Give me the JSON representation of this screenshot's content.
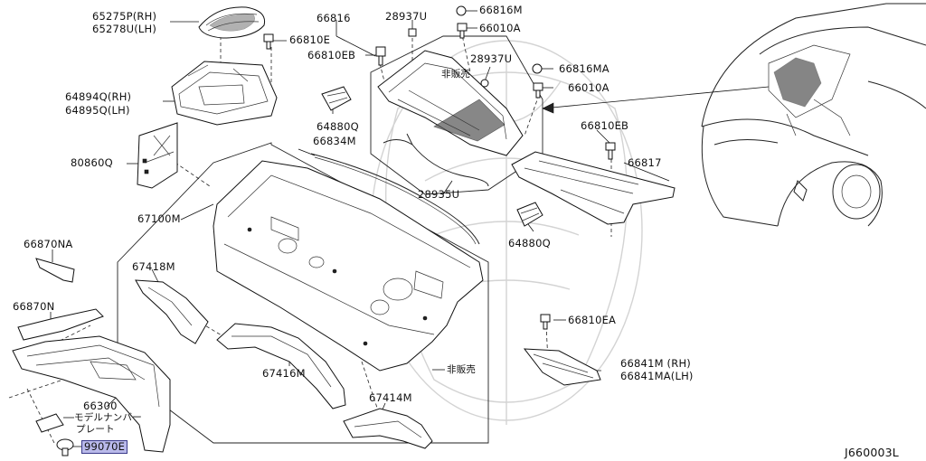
{
  "diagram_code": "J660003L",
  "labels": {
    "p65275": "65275P(RH)",
    "p65278": "65278U(LH)",
    "p66810e_top": "66810E",
    "p66816": "66816",
    "p28937u_a": "28937U",
    "p66816m": "66816M",
    "p66010a_a": "66010A",
    "p66810eb_a": "66810EB",
    "p28937u_b": "28937U",
    "p_not_for_sale_a": "非販売",
    "p66816ma": "66816MA",
    "p66010a_b": "66010A",
    "p64894q": "64894Q(RH)",
    "p64895q": "64895Q(LH)",
    "p64880q_a": "64880Q",
    "p66834m": "66834M",
    "p66810eb_b": "66810EB",
    "p80860q": "80860Q",
    "p66817": "66817",
    "p28935u": "28935U",
    "p67100m": "67100M",
    "p64880q_b": "64880Q",
    "p66870na": "66870NA",
    "p67418m": "67418M",
    "p66870n": "66870N",
    "p66810ea": "66810EA",
    "p67416m": "67416M",
    "p_not_for_sale_b": "非販売",
    "p66841m": "66841M (RH)",
    "p66841ma": "66841MA(LH)",
    "p66300": "66300",
    "p_model_plate_1": "モデルナンバー",
    "p_model_plate_2": "プレート",
    "p67414m": "67414M",
    "p99070e": "99070E"
  },
  "colors": {
    "highlight_fill": "#b9b9ea",
    "line": "#222222",
    "watermark": "#cfcfcf"
  }
}
